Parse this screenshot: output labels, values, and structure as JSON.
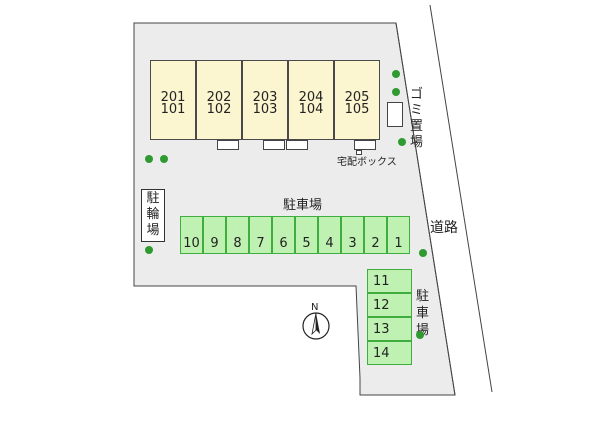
{
  "units": [
    {
      "upper": "201",
      "lower": "101"
    },
    {
      "upper": "202",
      "lower": "102"
    },
    {
      "upper": "203",
      "lower": "103"
    },
    {
      "upper": "204",
      "lower": "104"
    },
    {
      "upper": "205",
      "lower": "105"
    }
  ],
  "labels": {
    "garbage": "ゴミ置場",
    "delivery_box": "宅配ボックス",
    "parking": "駐車場",
    "bicycle": "駐輪場",
    "road": "道路",
    "parking2": "駐車場",
    "north": "N"
  },
  "parking_row": [
    "10",
    "9",
    "8",
    "7",
    "6",
    "5",
    "4",
    "3",
    "2",
    "1"
  ],
  "parking_col": [
    "11",
    "12",
    "13",
    "14"
  ],
  "colors": {
    "lot": "#ececec",
    "building": "#fbf6cf",
    "parking": "#bff2b2",
    "tree": "#2f9a2f"
  }
}
